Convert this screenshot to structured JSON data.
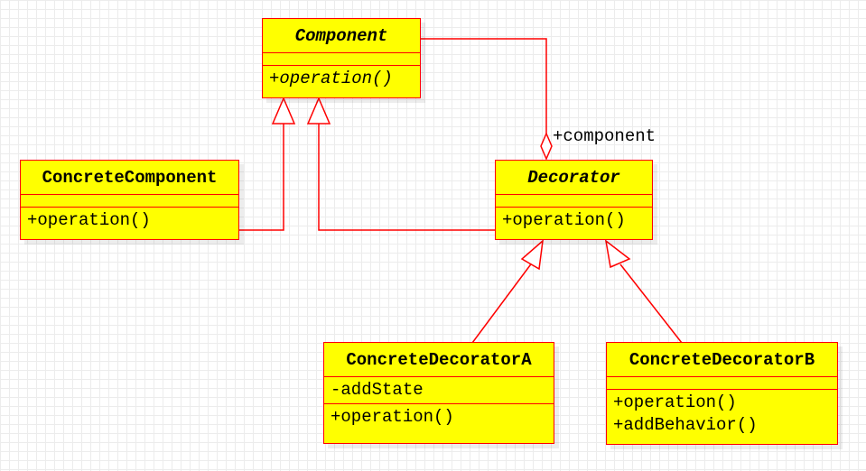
{
  "classes": {
    "component": {
      "name": "Component",
      "operations": [
        "+operation()"
      ]
    },
    "concrete_component": {
      "name": "ConcreteComponent",
      "operations": [
        "+operation()"
      ]
    },
    "decorator": {
      "name": "Decorator",
      "operations": [
        "+operation()"
      ]
    },
    "concrete_decorator_a": {
      "name": "ConcreteDecoratorA",
      "attributes": [
        "-addState"
      ],
      "operations": [
        "+operation()"
      ]
    },
    "concrete_decorator_b": {
      "name": "ConcreteDecoratorB",
      "operations": [
        "+operation()",
        "+addBehavior()"
      ]
    }
  },
  "associations": {
    "component_role": "+component"
  },
  "colors": {
    "box_fill": "#ffff00",
    "line": "#ff0000",
    "grid": "#ececec"
  }
}
